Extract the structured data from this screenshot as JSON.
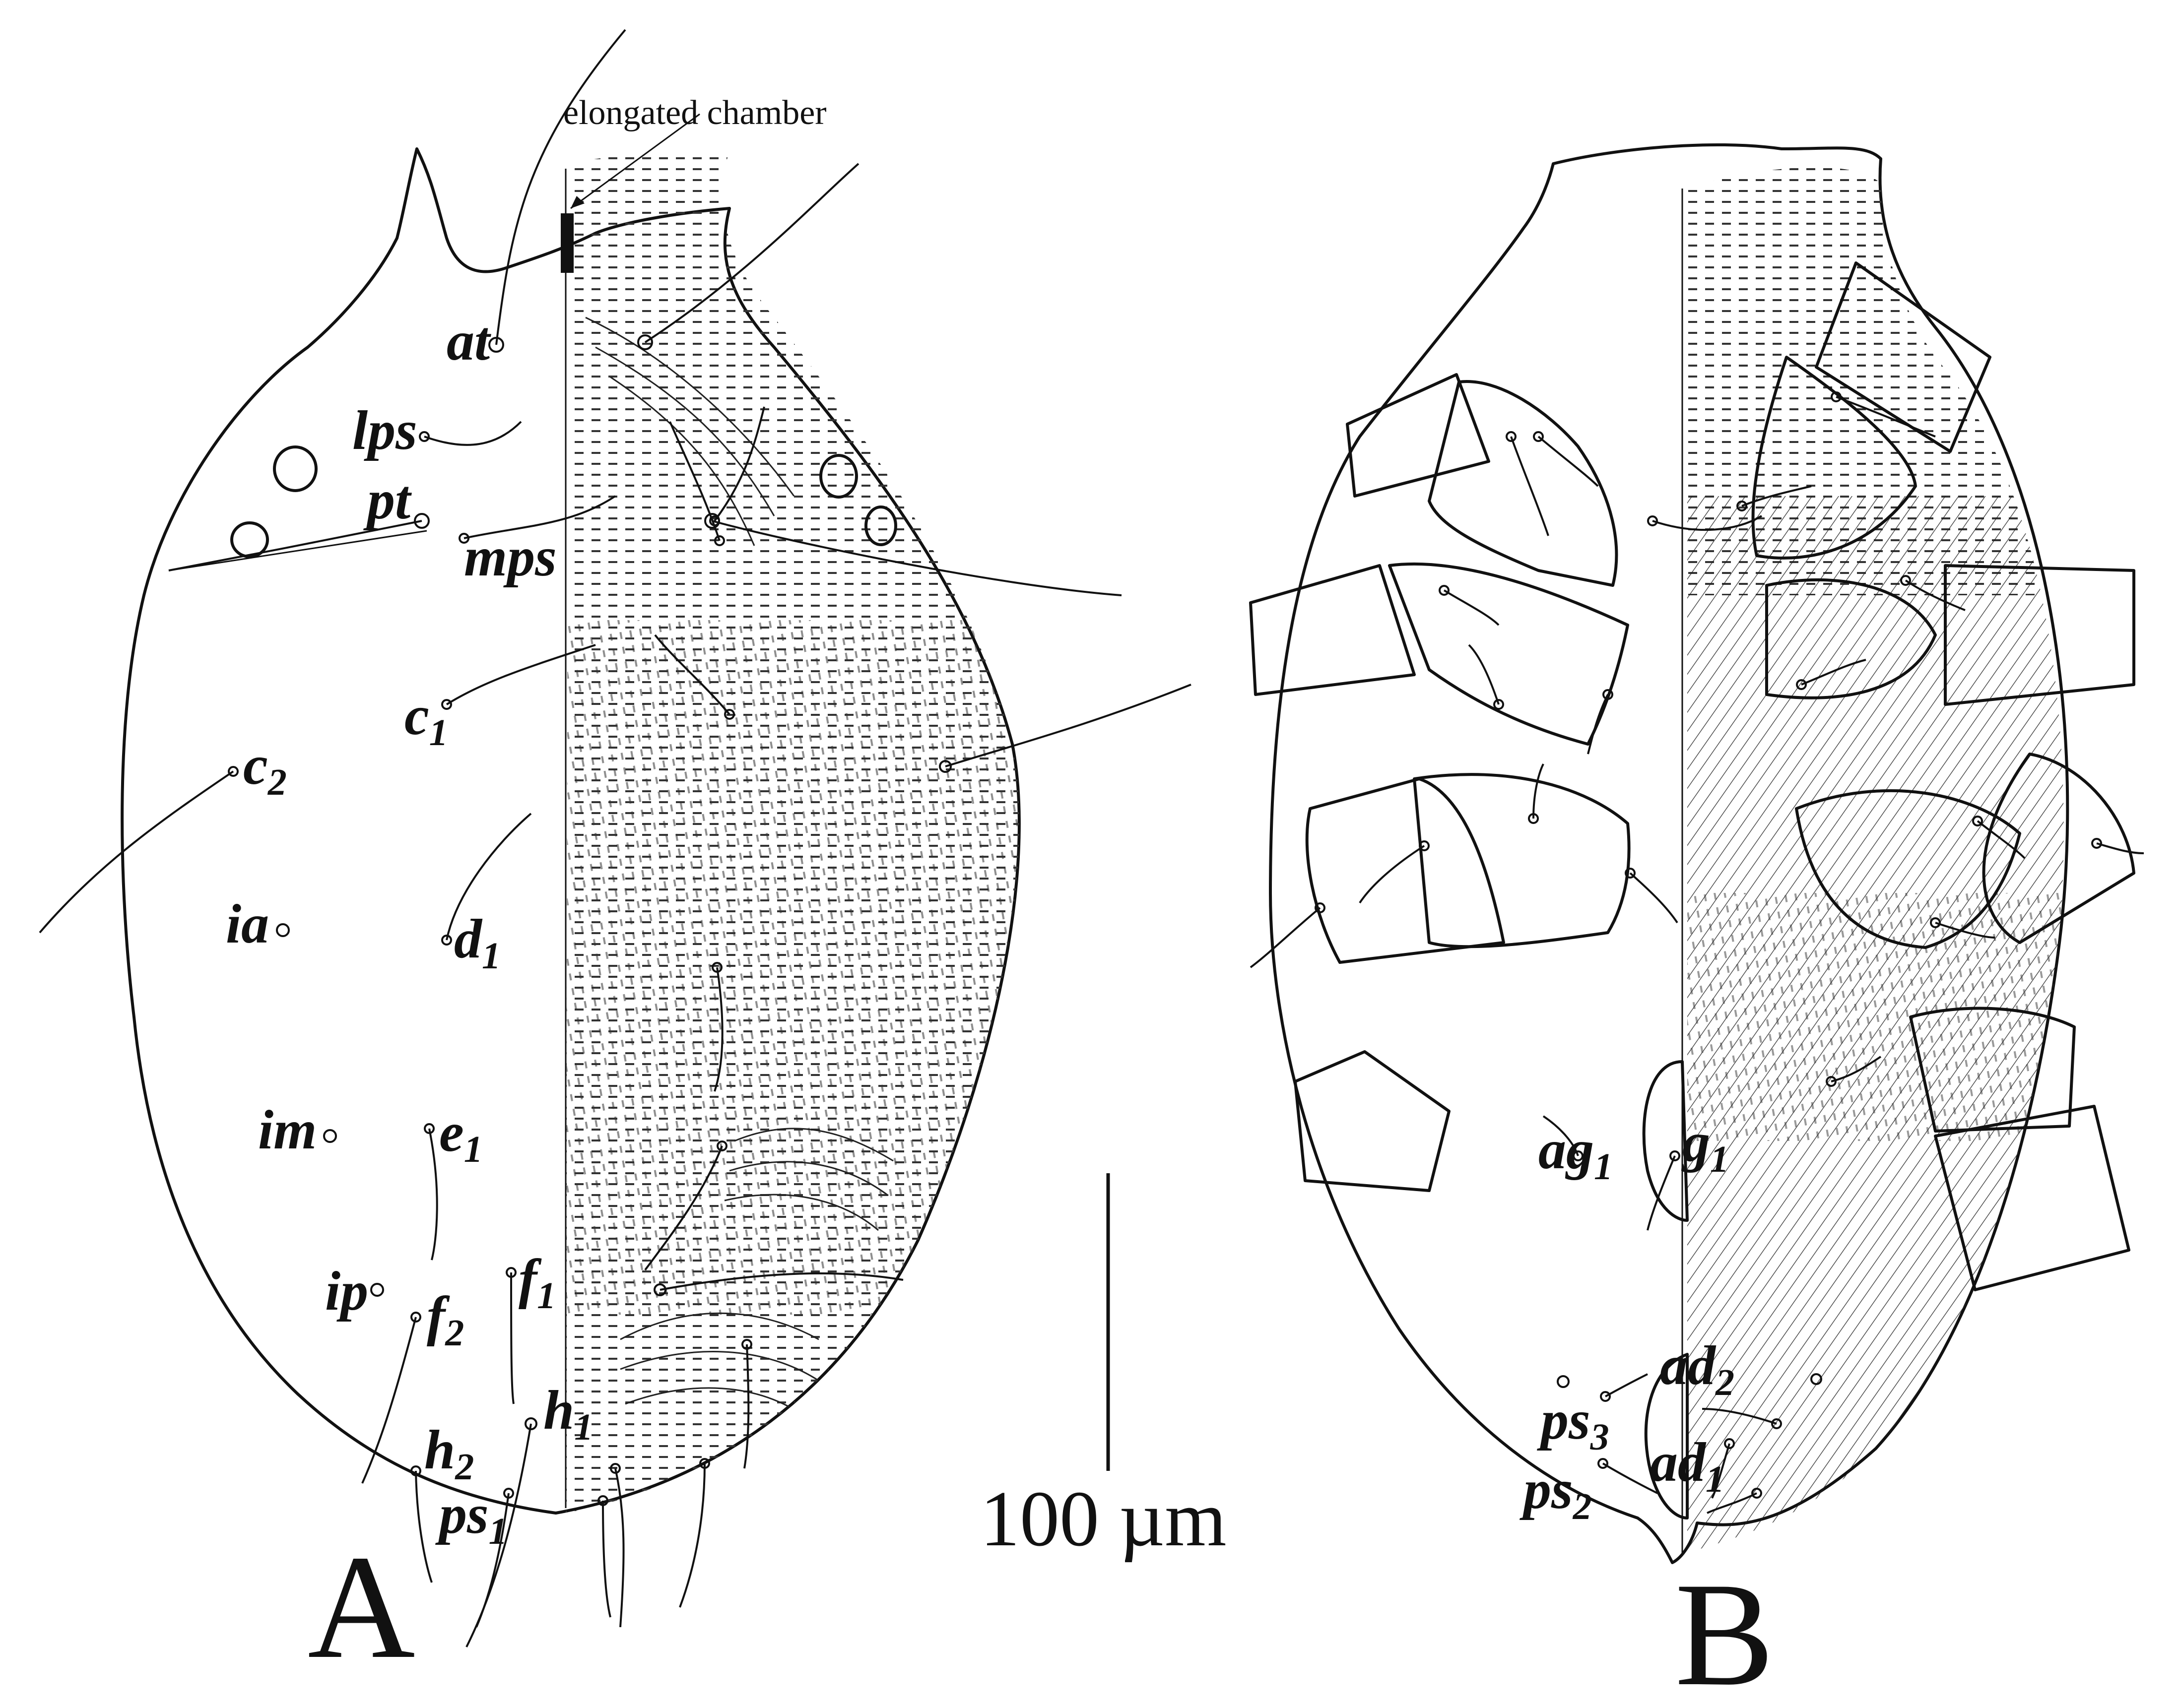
{
  "figure": {
    "panel_a_letter": "A",
    "panel_b_letter": "B",
    "scale_bar_label": "100 µm",
    "annotation": "elongated chamber"
  },
  "panel_a_labels": [
    {
      "id": "at",
      "base": "at",
      "sub": ""
    },
    {
      "id": "lps",
      "base": "lps",
      "sub": ""
    },
    {
      "id": "pt",
      "base": "pt",
      "sub": ""
    },
    {
      "id": "mps",
      "base": "mps",
      "sub": ""
    },
    {
      "id": "c1",
      "base": "c",
      "sub": "1"
    },
    {
      "id": "c2",
      "base": "c",
      "sub": "2"
    },
    {
      "id": "ia",
      "base": "ia",
      "sub": ""
    },
    {
      "id": "d1",
      "base": "d",
      "sub": "1"
    },
    {
      "id": "im",
      "base": "im",
      "sub": ""
    },
    {
      "id": "e1",
      "base": "e",
      "sub": "1"
    },
    {
      "id": "ip",
      "base": "ip",
      "sub": ""
    },
    {
      "id": "f1",
      "base": "f",
      "sub": "1"
    },
    {
      "id": "f2",
      "base": "f",
      "sub": "2"
    },
    {
      "id": "h1",
      "base": "h",
      "sub": "1"
    },
    {
      "id": "h2",
      "base": "h",
      "sub": "2"
    },
    {
      "id": "ps1",
      "base": "ps",
      "sub": "1"
    }
  ],
  "panel_b_labels": [
    {
      "id": "ag1",
      "base": "ag",
      "sub": "1"
    },
    {
      "id": "g1",
      "base": "g",
      "sub": "1"
    },
    {
      "id": "ps3",
      "base": "ps",
      "sub": "3"
    },
    {
      "id": "ad2",
      "base": "ad",
      "sub": "2"
    },
    {
      "id": "ad1",
      "base": "ad",
      "sub": "1"
    },
    {
      "id": "ps2",
      "base": "ps",
      "sub": "2"
    }
  ]
}
